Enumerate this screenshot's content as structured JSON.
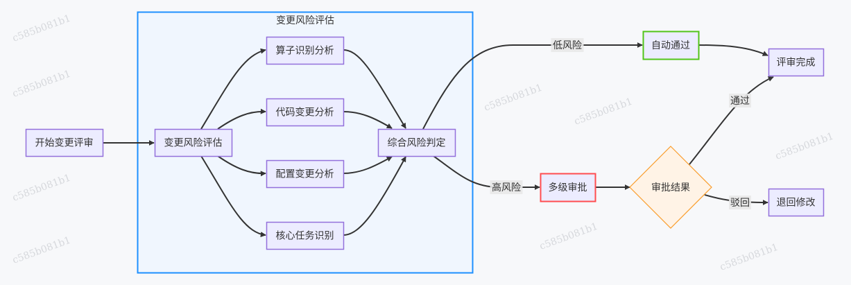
{
  "diagram": {
    "type": "flowchart",
    "subgraph": {
      "id": "cluster",
      "title": "变更风险评估",
      "border_color": "#1e90ff",
      "fill": "#f0f6fe"
    },
    "nodes": [
      {
        "id": "start",
        "label": "开始变更评审",
        "shape": "rect",
        "style": "default"
      },
      {
        "id": "assess",
        "label": "变更风险评估",
        "shape": "rect",
        "style": "default"
      },
      {
        "id": "op",
        "label": "算子识别分析",
        "shape": "rect",
        "style": "default"
      },
      {
        "id": "code",
        "label": "代码变更分析",
        "shape": "rect",
        "style": "default"
      },
      {
        "id": "conf",
        "label": "配置变更分析",
        "shape": "rect",
        "style": "default"
      },
      {
        "id": "core",
        "label": "核心任务识别",
        "shape": "rect",
        "style": "default"
      },
      {
        "id": "judge",
        "label": "综合风险判定",
        "shape": "rect",
        "style": "default"
      },
      {
        "id": "auto",
        "label": "自动通过",
        "shape": "rect",
        "style": "green"
      },
      {
        "id": "done",
        "label": "评审完成",
        "shape": "rect",
        "style": "default"
      },
      {
        "id": "multi",
        "label": "多级审批",
        "shape": "rect",
        "style": "red"
      },
      {
        "id": "result",
        "label": "审批结果",
        "shape": "diamond",
        "style": "orange"
      },
      {
        "id": "back",
        "label": "退回修改",
        "shape": "rect",
        "style": "default"
      }
    ],
    "edges": [
      {
        "from": "start",
        "to": "assess",
        "label": ""
      },
      {
        "from": "assess",
        "to": "op",
        "label": ""
      },
      {
        "from": "assess",
        "to": "code",
        "label": ""
      },
      {
        "from": "assess",
        "to": "conf",
        "label": ""
      },
      {
        "from": "assess",
        "to": "core",
        "label": ""
      },
      {
        "from": "op",
        "to": "judge",
        "label": ""
      },
      {
        "from": "code",
        "to": "judge",
        "label": ""
      },
      {
        "from": "conf",
        "to": "judge",
        "label": ""
      },
      {
        "from": "core",
        "to": "judge",
        "label": ""
      },
      {
        "from": "judge",
        "to": "auto",
        "label": "低风险"
      },
      {
        "from": "judge",
        "to": "multi",
        "label": "高风险"
      },
      {
        "from": "auto",
        "to": "done",
        "label": ""
      },
      {
        "from": "multi",
        "to": "result",
        "label": ""
      },
      {
        "from": "result",
        "to": "done",
        "label": "通过"
      },
      {
        "from": "result",
        "to": "back",
        "label": "驳回"
      }
    ],
    "styles": {
      "default": {
        "fill": "#ececff",
        "stroke": "#9370db"
      },
      "green": {
        "fill": "#ececff",
        "stroke": "#52c41a"
      },
      "red": {
        "fill": "#ececff",
        "stroke": "#ff4d4f"
      },
      "orange": {
        "fill": "#fff3e6",
        "stroke": "#fa9c2a"
      }
    },
    "edge_color": "#333333"
  },
  "watermark": {
    "text": "c585b081b1"
  }
}
